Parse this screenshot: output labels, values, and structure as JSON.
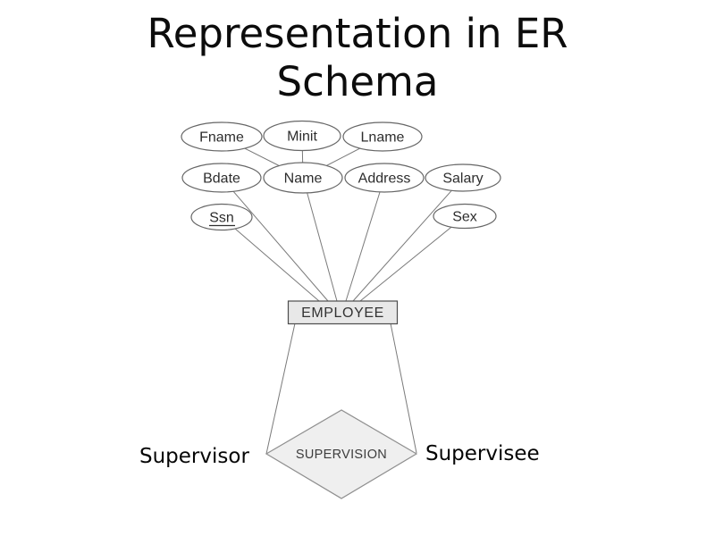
{
  "title": {
    "line1": "Representation in ER",
    "line2": "Schema"
  },
  "diagram": {
    "entity": "EMPLOYEE",
    "relationship": "SUPERVISION",
    "attributes": {
      "fname": "Fname",
      "minit": "Minit",
      "lname": "Lname",
      "bdate": "Bdate",
      "name": "Name",
      "address": "Address",
      "salary": "Salary",
      "ssn": "Ssn",
      "sex": "Sex"
    },
    "key_attribute": "Ssn",
    "roles": {
      "left": "Supervisor",
      "right": "Supervisee"
    },
    "colors": {
      "entity_fill": "#e8e8e8",
      "relationship_fill": "#efefef",
      "oval_fill": "#ffffff",
      "line": "#7a7a7a",
      "stroke": "#666666"
    }
  }
}
